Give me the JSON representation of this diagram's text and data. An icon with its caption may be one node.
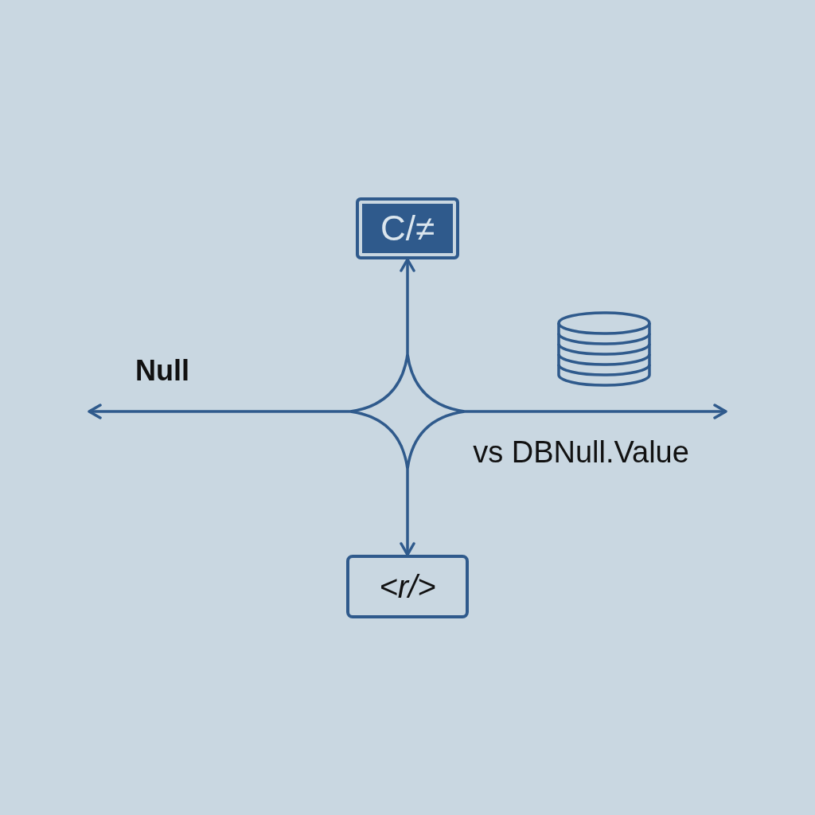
{
  "diagram": {
    "nodes": [
      {
        "text": [
          "C/≠"
        ]
      },
      {
        "text": [],
        "shape": "star"
      },
      {
        "text": [
          "<r/>"
        ]
      }
    ],
    "edges": [
      {
        "from": 1,
        "to": 0,
        "arrow": "to"
      },
      {
        "from": 1,
        "to": null,
        "arrow": "to"
      },
      {
        "from": 1,
        "to": null,
        "arrow": "to"
      },
      {
        "from": 1,
        "to": 2,
        "arrow": "to"
      }
    ],
    "labels": [
      "Null",
      "vs DBNull.Value"
    ]
  }
}
